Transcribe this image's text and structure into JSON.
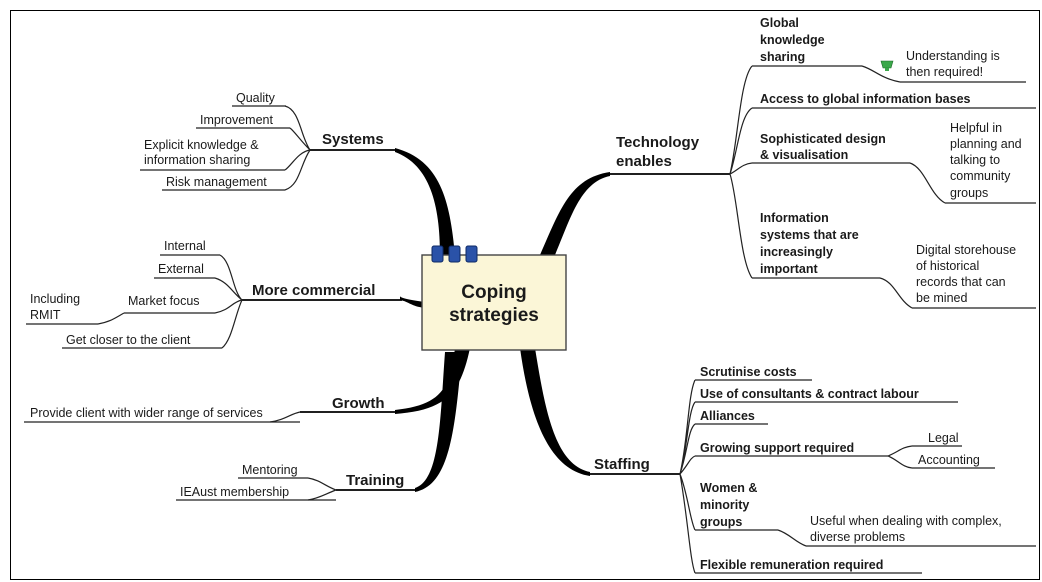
{
  "central": {
    "line1": "Coping",
    "line2": "strategies"
  },
  "systems": {
    "title": "Systems",
    "items": {
      "quality": "Quality",
      "improvement": "Improvement",
      "explicit1": "Explicit knowledge &",
      "explicit2": "information sharing",
      "risk": "Risk management"
    }
  },
  "commercial": {
    "title": "More commercial",
    "items": {
      "internal": "Internal",
      "external": "External",
      "market": "Market focus",
      "including1": "Including",
      "including2": "RMIT",
      "closer": "Get closer to the client"
    }
  },
  "growth": {
    "title": "Growth",
    "item": "Provide client with wider range of services"
  },
  "training": {
    "title": "Training",
    "items": {
      "mentoring": "Mentoring",
      "ieaust": "IEAust membership"
    }
  },
  "technology": {
    "title1": "Technology",
    "title2": "enables",
    "global": {
      "l1": "Global",
      "l2": "knowledge",
      "l3": "sharing"
    },
    "understanding": {
      "l1": "Understanding is",
      "l2": "then required!"
    },
    "access": "Access to global information bases",
    "design": {
      "l1": "Sophisticated design",
      "l2": "& visualisation"
    },
    "helpful": {
      "l1": "Helpful in",
      "l2": "planning and",
      "l3": "talking to",
      "l4": "community",
      "l5": "groups"
    },
    "infosys": {
      "l1": "Information",
      "l2": "systems that are",
      "l3": "increasingly",
      "l4": "important"
    },
    "digital": {
      "l1": "Digital storehouse",
      "l2": "of historical",
      "l3": "records that can",
      "l4": "be mined"
    }
  },
  "staffing": {
    "title": "Staffing",
    "costs": "Scrutinise costs",
    "consultants": "Use of consultants & contract labour",
    "alliances": "Alliances",
    "support": "Growing support required",
    "legal": "Legal",
    "accounting": "Accounting",
    "women": {
      "l1": "Women &",
      "l2": "minority",
      "l3": "groups"
    },
    "useful": {
      "l1": "Useful when dealing with complex,",
      "l2": "diverse problems"
    },
    "flexible": "Flexible remuneration required"
  }
}
